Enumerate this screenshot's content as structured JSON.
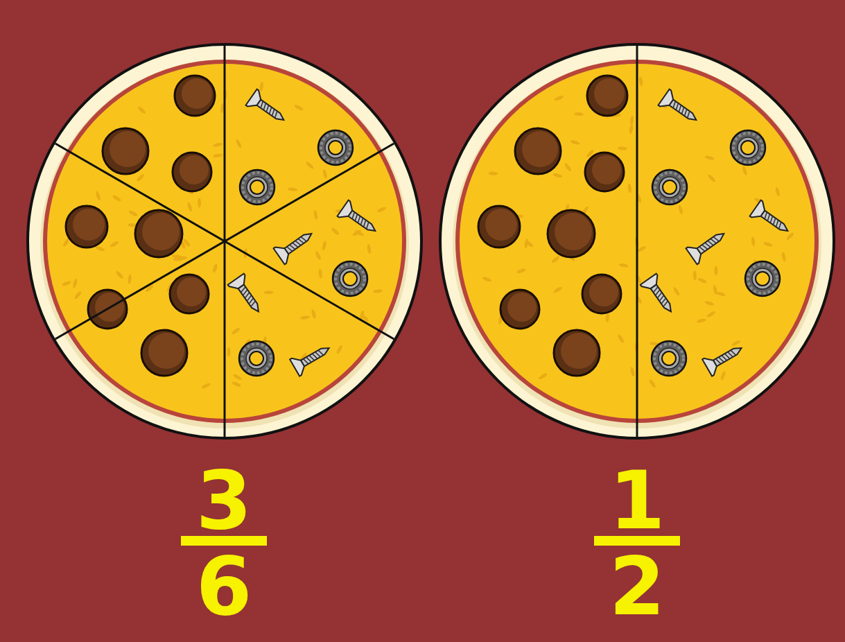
{
  "diagram": {
    "labels": [
      "3",
      "6",
      "1",
      "2"
    ]
  }
}
